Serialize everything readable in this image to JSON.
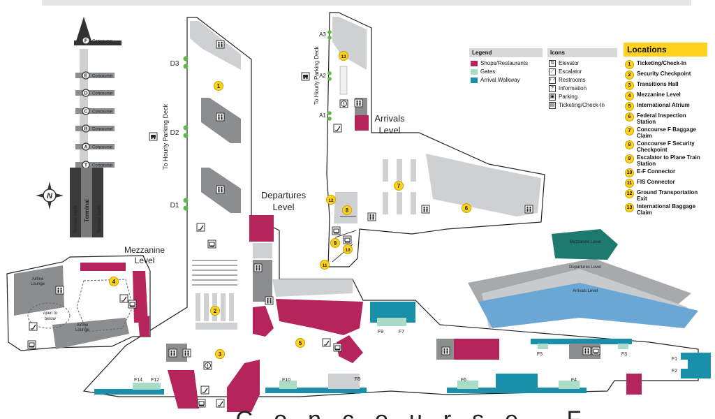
{
  "legend": {
    "title": "Legend",
    "items": [
      {
        "label": "Shops/Restaurants",
        "color": "#b5245a"
      },
      {
        "label": "Gates",
        "color": "#a9dcc7"
      },
      {
        "label": "Arrival Walkway",
        "color": "#1a8faa"
      }
    ]
  },
  "icons": {
    "title": "Icons",
    "items": [
      {
        "label": "Elevator",
        "icon": "elevator-icon",
        "glyph": "⇅"
      },
      {
        "label": "Escalator",
        "icon": "escalator-icon",
        "glyph": "⟋"
      },
      {
        "label": "Restrooms",
        "icon": "restroom-icon",
        "glyph": "♀♂"
      },
      {
        "label": "Information",
        "icon": "information-icon",
        "glyph": "?"
      },
      {
        "label": "Parking",
        "icon": "parking-icon",
        "glyph": "▣"
      },
      {
        "label": "Ticketing/Check-In",
        "icon": "ticketing-icon",
        "glyph": "▤"
      }
    ]
  },
  "locations": {
    "title": "Locations",
    "items": [
      {
        "num": "1",
        "label": "Ticketing/Check-In"
      },
      {
        "num": "2",
        "label": "Security Checkpoint"
      },
      {
        "num": "3",
        "label": "Transitions Hall"
      },
      {
        "num": "4",
        "label": "Mezzanine Level"
      },
      {
        "num": "5",
        "label": "International Atrium"
      },
      {
        "num": "6",
        "label": "Federal Inspection Station"
      },
      {
        "num": "7",
        "label": "Concourse F Baggage Claim"
      },
      {
        "num": "8",
        "label": "Concourse F Security Checkpoint"
      },
      {
        "num": "9",
        "label": "Escalator to Plane Train Station"
      },
      {
        "num": "10",
        "label": "E-F Connector"
      },
      {
        "num": "11",
        "label": "FIS Connector"
      },
      {
        "num": "12",
        "label": "Ground Transportation Exit"
      },
      {
        "num": "13",
        "label": "International Baggage Claim"
      }
    ]
  },
  "train": {
    "concourses": [
      {
        "letter": "F",
        "label": "Concourse"
      },
      {
        "letter": "E",
        "label": "Concourse"
      },
      {
        "letter": "D",
        "label": "Concourse"
      },
      {
        "letter": "C",
        "label": "Concourse"
      },
      {
        "letter": "B",
        "label": "Concourse"
      },
      {
        "letter": "A",
        "label": "Concourse"
      },
      {
        "letter": "T",
        "label": "Concourse"
      }
    ],
    "terminal_north": "Terminal North",
    "terminal": "Terminal",
    "terminal_south": "Terminal South",
    "compass": "N"
  },
  "levels": {
    "departures": [
      "Departures",
      "Level"
    ],
    "arrivals": [
      "Arrivals",
      "Level"
    ],
    "mezzanine": [
      "Mezzanine",
      "Level"
    ]
  },
  "parking": {
    "left": "To Hourly Parking Deck",
    "right": "To Hourly Parking Deck"
  },
  "mezz_rooms": {
    "lounge1": [
      "Airline",
      "Lounge"
    ],
    "open": [
      "open to",
      "below"
    ],
    "lounge2": [
      "Airline",
      "Lounge"
    ]
  },
  "gates_d": [
    "D3",
    "D2",
    "D1"
  ],
  "gates_a": [
    "A3",
    "A2",
    "A1"
  ],
  "gates_f": [
    "F14",
    "F12",
    "F10",
    "F8",
    "F6",
    "F4",
    "F9",
    "F7",
    "F5",
    "F3",
    "F1",
    "F2"
  ],
  "markers": [
    "1",
    "2",
    "3",
    "4",
    "5",
    "6",
    "7",
    "8",
    "9",
    "10",
    "11",
    "12",
    "13"
  ],
  "iso": {
    "mezzanine": "Mezzanine Level",
    "departures": "Departures Level",
    "arrivals": "Arrivals Level"
  },
  "footer": "Concourse F",
  "colors": {
    "shop": "#b5245a",
    "gate": "#a9dcc7",
    "walkway": "#1a8faa",
    "building": "#cfd0d2",
    "dark": "#8c8d8f",
    "marker": "#ffd21f"
  }
}
